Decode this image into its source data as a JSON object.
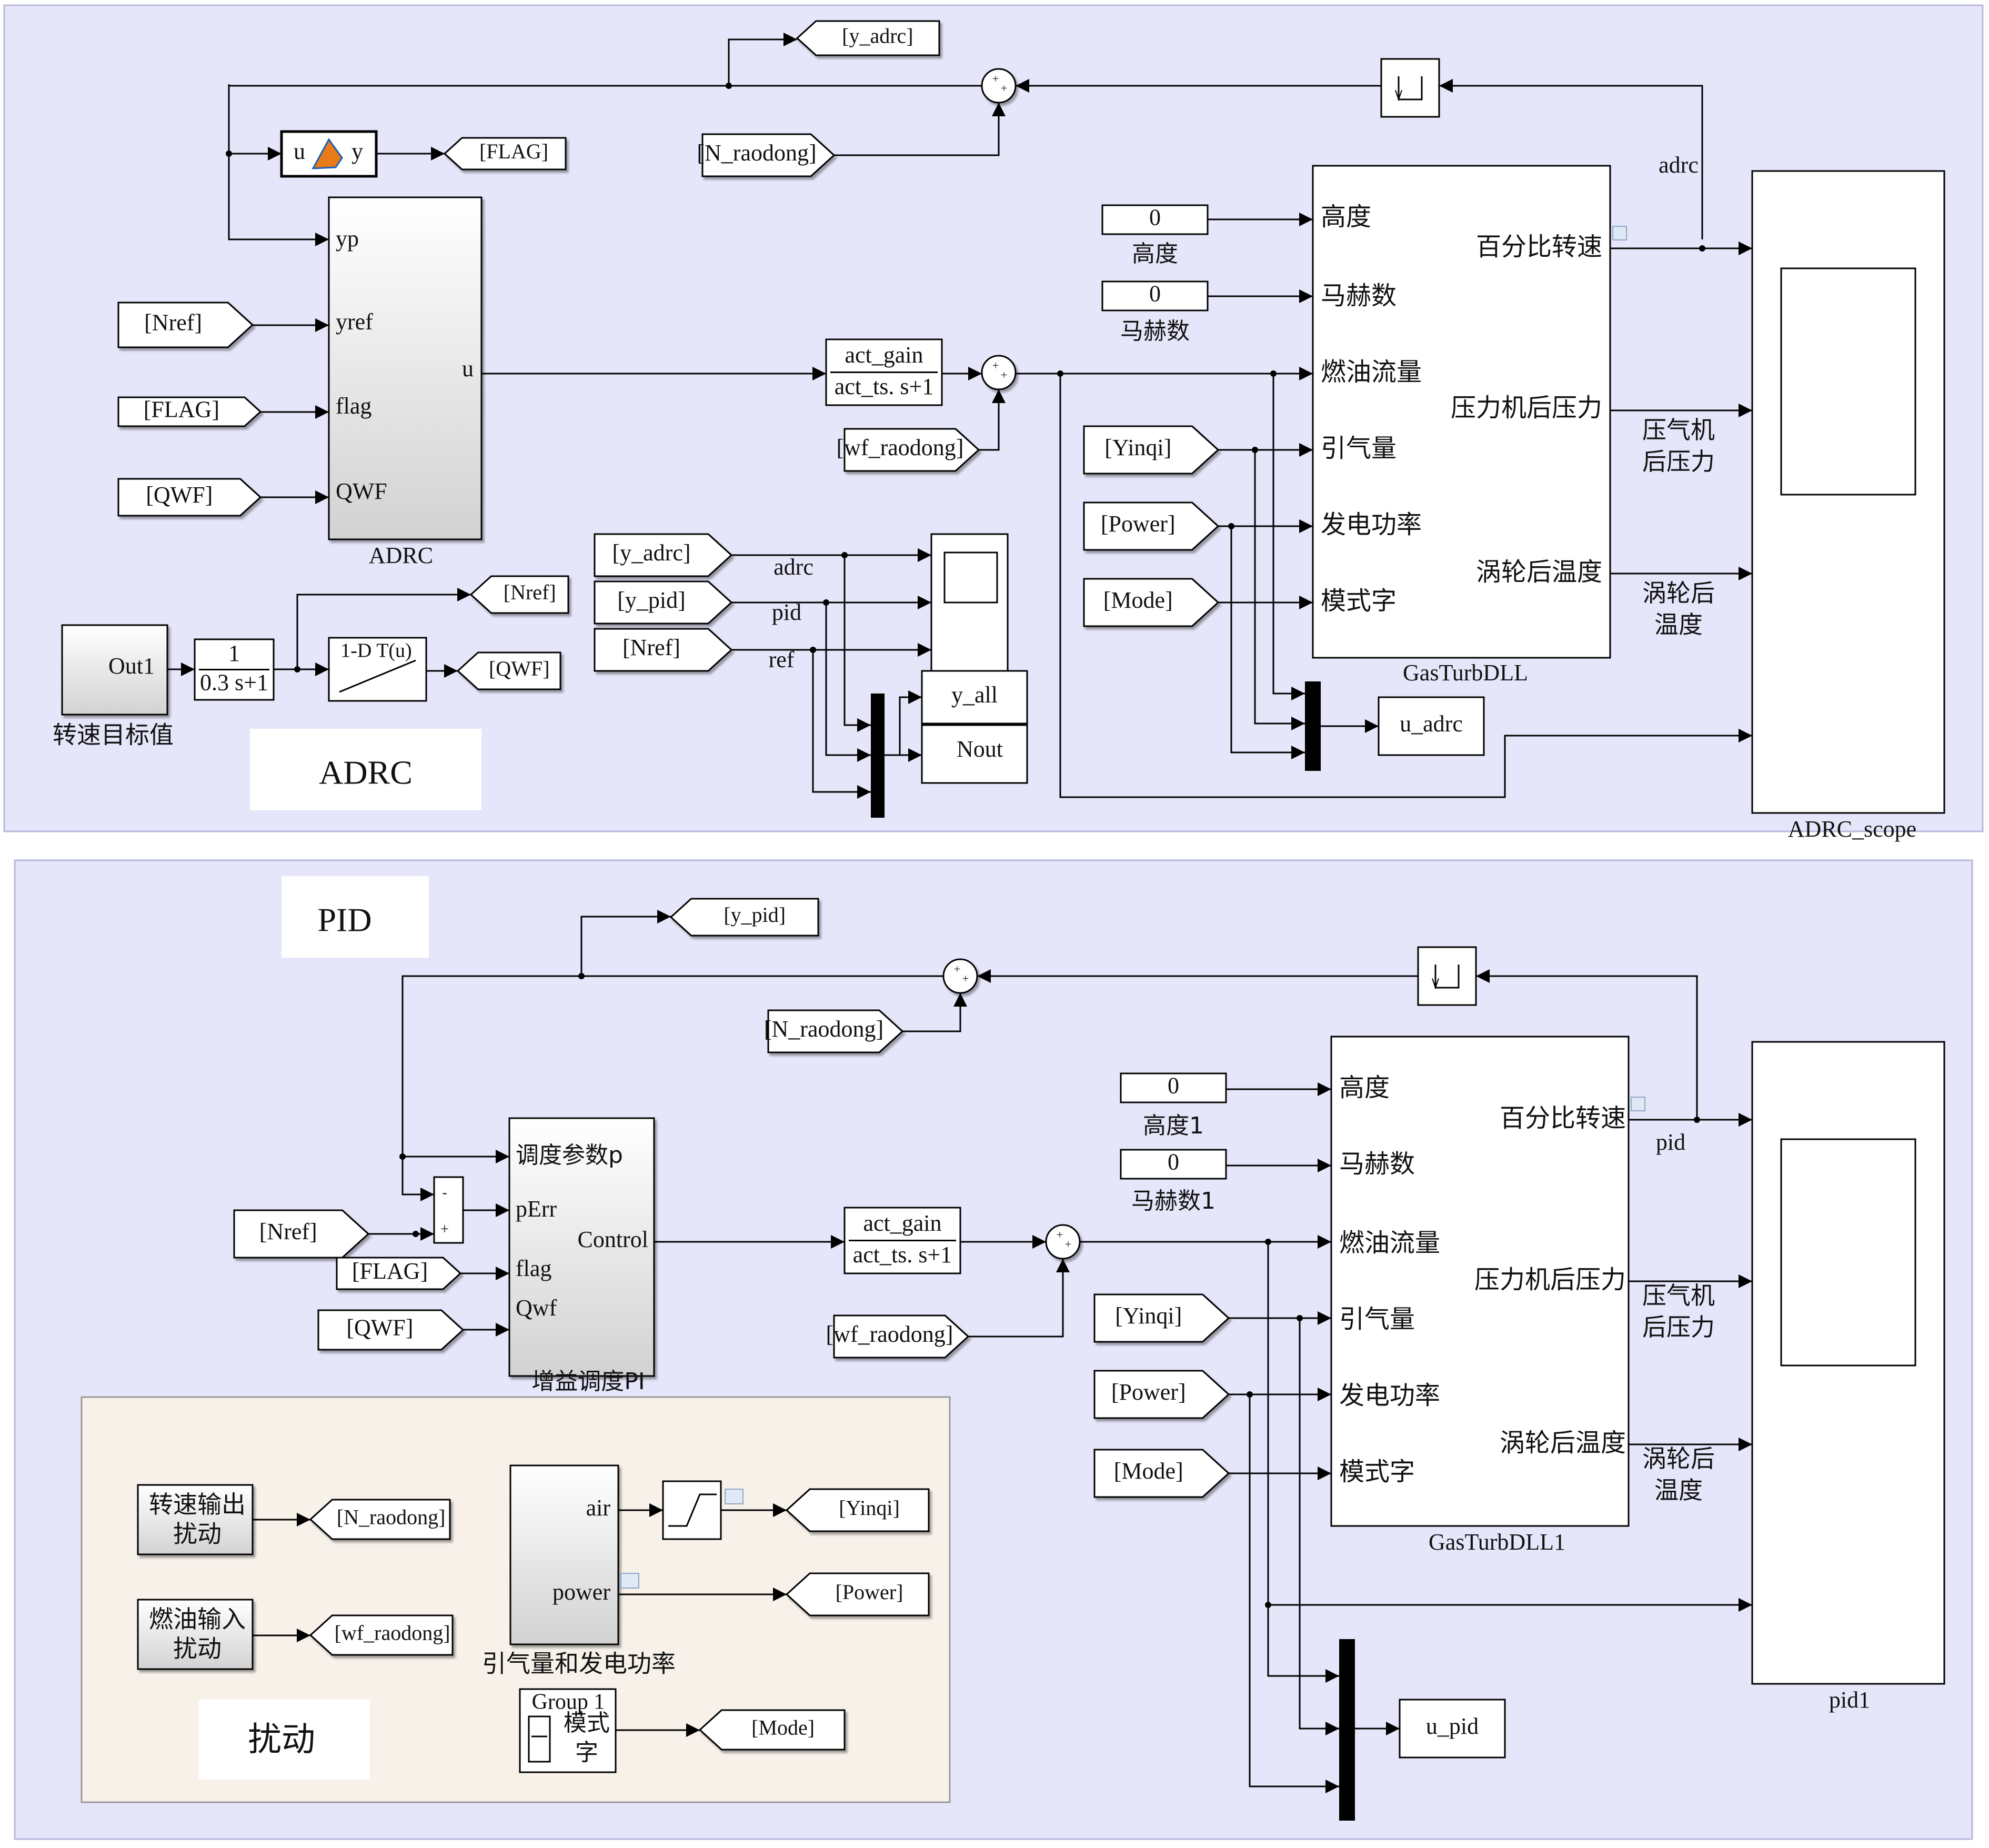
{
  "colors": {
    "panel_bg": "#e6e6fa",
    "panel_border": "#b8b8dc",
    "disturb_bg": "#f7f1ea",
    "accent_red": "#e01b1b",
    "line": "#000000",
    "block_fill": "#ffffff"
  },
  "adrc": {
    "section_label": "ADRC",
    "goto_y_adrc": "[y_adrc]",
    "goto_flag": "[FLAG]",
    "from_n_raodong": "[N_raodong]",
    "matlab_fn": {
      "in": "u",
      "out": "y"
    },
    "block": {
      "name": "ADRC",
      "inputs": [
        "yp",
        "yref",
        "flag",
        "QWF"
      ],
      "output": "u"
    },
    "from_nref": "[Nref]",
    "from_flag": "[FLAG]",
    "from_qwf": "[QWF]",
    "actuator": {
      "num": "act_gain",
      "den": "act_ts. s+1"
    },
    "from_wf_raodong": "[wf_raodong]",
    "const_altitude": {
      "value": "0",
      "label": "高度"
    },
    "const_mach": {
      "value": "0",
      "label": "马赫数"
    },
    "from_yinqi": "[Yinqi]",
    "from_power": "[Power]",
    "from_mode": "[Mode]",
    "gasturb": {
      "name": "GasTurbDLL",
      "inputs": [
        "高度",
        "马赫数",
        "燃油流量",
        "引气量",
        "发电功率",
        "模式字"
      ],
      "outputs": [
        "百分比转速",
        "压力机后压力",
        "涡轮后温度"
      ]
    },
    "signal_adrc": "adrc",
    "signal_p_label": "压气机\n后压力",
    "signal_t_label": "涡轮后\n温度",
    "scope_name": "ADRC_scope",
    "mux_out": "u_adrc",
    "ref_source": {
      "name": "Out1",
      "label": "转速目标值"
    },
    "tf_filter": {
      "num": "1",
      "den": "0.3 s+1"
    },
    "lookup": "1-D T(u)",
    "goto_nref": "[Nref]",
    "goto_qwf": "[QWF]",
    "from_y_adrc": "[y_adrc]",
    "from_y_pid": "[y_pid]",
    "from_nref2": "[Nref]",
    "sig_adrc": "adrc",
    "sig_pid": "pid",
    "sig_ref": "ref",
    "out_y_all": "y_all",
    "out_nout": "Nout"
  },
  "pid": {
    "section_label": "PID",
    "goto_y_pid": "[y_pid]",
    "from_n_raodong": "[N_raodong]",
    "block": {
      "name": "增益调度PI",
      "inputs": [
        "调度参数p",
        "pErr",
        "flag",
        "Qwf"
      ],
      "output": "Control"
    },
    "from_nref": "[Nref]",
    "from_flag": "[FLAG]",
    "from_qwf": "[QWF]",
    "actuator": {
      "num": "act_gain",
      "den": "act_ts. s+1"
    },
    "from_wf_raodong": "[wf_raodong]",
    "const_altitude": {
      "value": "0",
      "label": "高度1"
    },
    "const_mach": {
      "value": "0",
      "label": "马赫数1"
    },
    "from_yinqi": "[Yinqi]",
    "from_power": "[Power]",
    "from_mode": "[Mode]",
    "gasturb": {
      "name": "GasTurbDLL1",
      "inputs": [
        "高度",
        "马赫数",
        "燃油流量",
        "引气量",
        "发电功率",
        "模式字"
      ],
      "outputs": [
        "百分比转速",
        "压力机后压力",
        "涡轮后温度"
      ]
    },
    "signal_pid": "pid",
    "signal_p_label": "压气机\n后压力",
    "signal_t_label": "涡轮后\n温度",
    "scope_name": "pid1",
    "mux_out": "u_pid"
  },
  "disturbance": {
    "section_label": "扰动",
    "speed_disturb": "转速输出\n扰动",
    "goto_n_raodong": "[N_raodong]",
    "fuel_disturb": "燃油输入\n扰动",
    "goto_wf_raodong": "[wf_raodong]",
    "bleed_block": {
      "name": "引气量和发电功率",
      "outputs": [
        "air",
        "power"
      ]
    },
    "goto_yinqi": "[Yinqi]",
    "goto_power": "[Power]",
    "group_block": {
      "title": "Group 1",
      "text": "模式\n字"
    },
    "goto_mode": "[Mode]"
  }
}
